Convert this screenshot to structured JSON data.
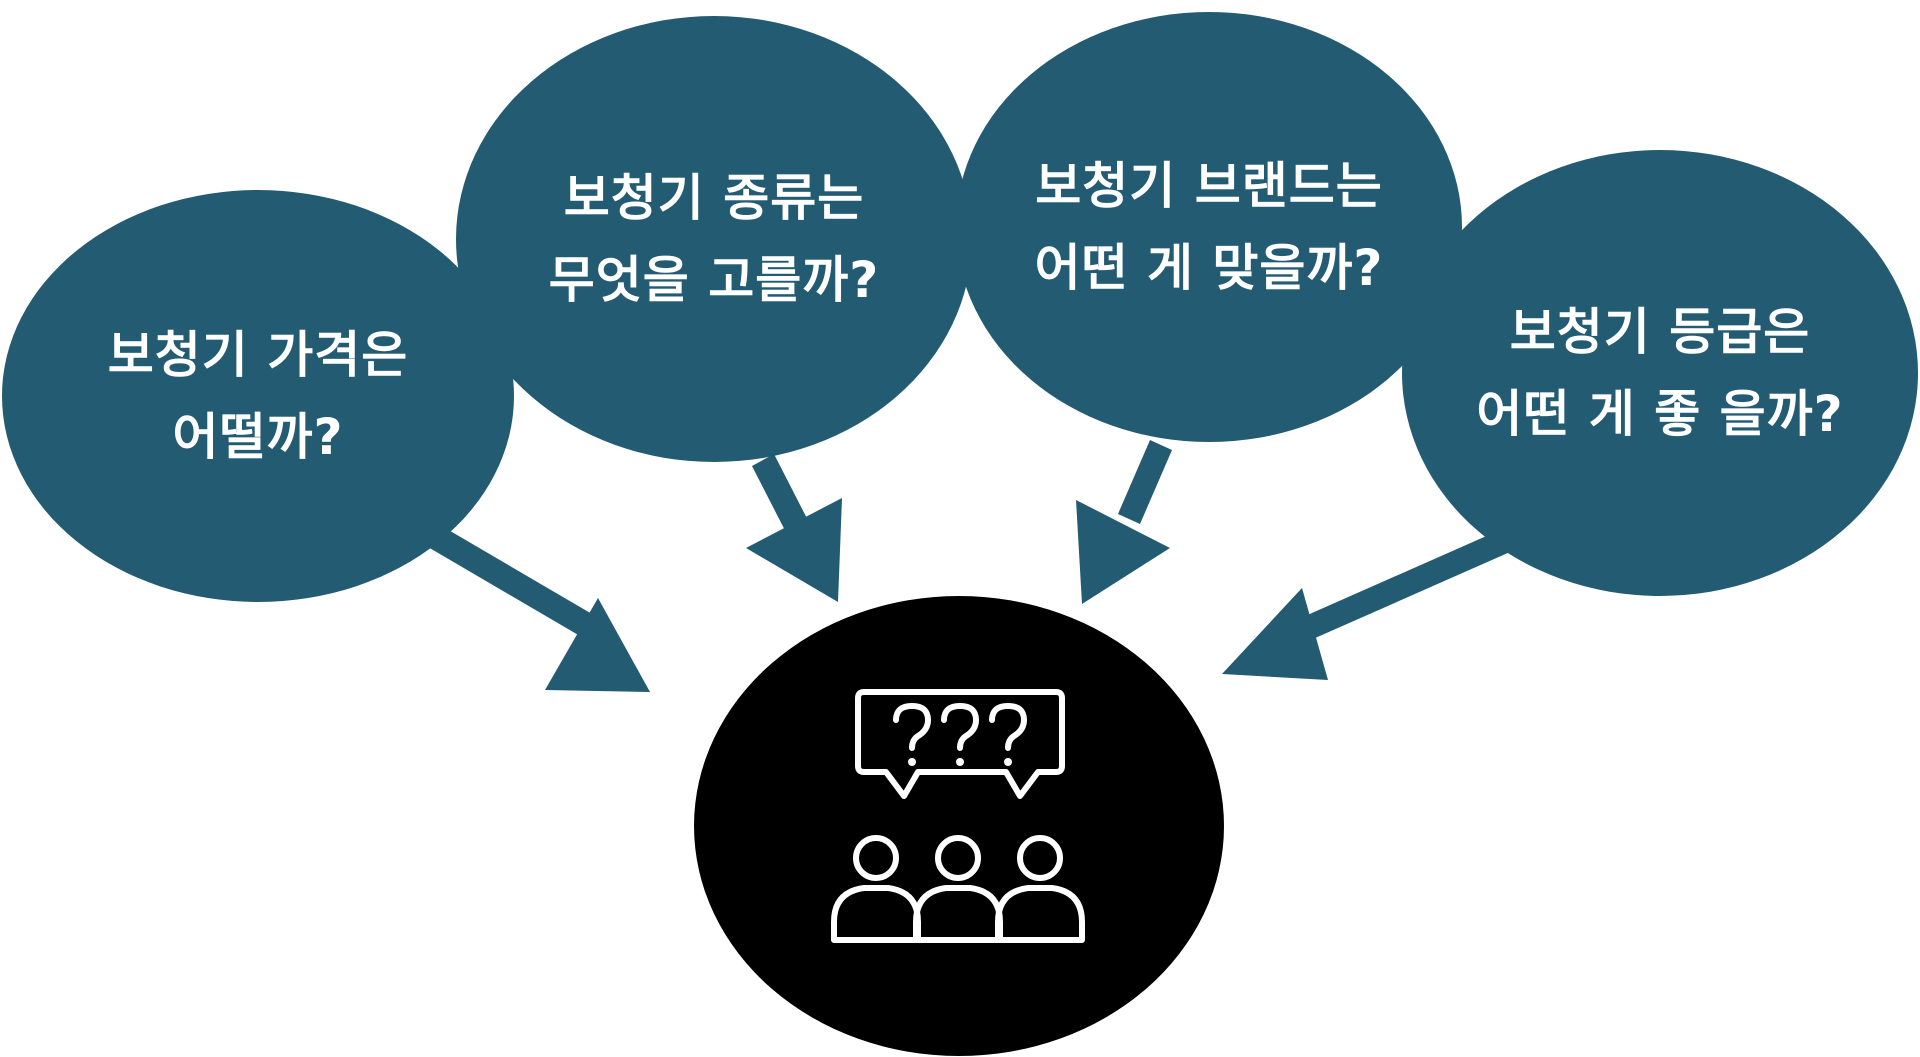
{
  "colors": {
    "bubble": "#235b73",
    "arrow": "#235b73",
    "center": "#000000",
    "text": "#ffffff"
  },
  "bubbles": [
    {
      "id": "price",
      "lines": [
        "보청기 가격은",
        "어떨까?"
      ]
    },
    {
      "id": "type",
      "lines": [
        "보청기 종류는",
        "무엇을 고를까?"
      ]
    },
    {
      "id": "brand",
      "lines": [
        "보청기 브랜드는",
        "어떤 게 맞을까?"
      ]
    },
    {
      "id": "grade",
      "lines": [
        "보청기 등급은",
        "어떤 게 좋 을까?"
      ]
    }
  ],
  "center": {
    "icon": "group-questions-icon"
  }
}
